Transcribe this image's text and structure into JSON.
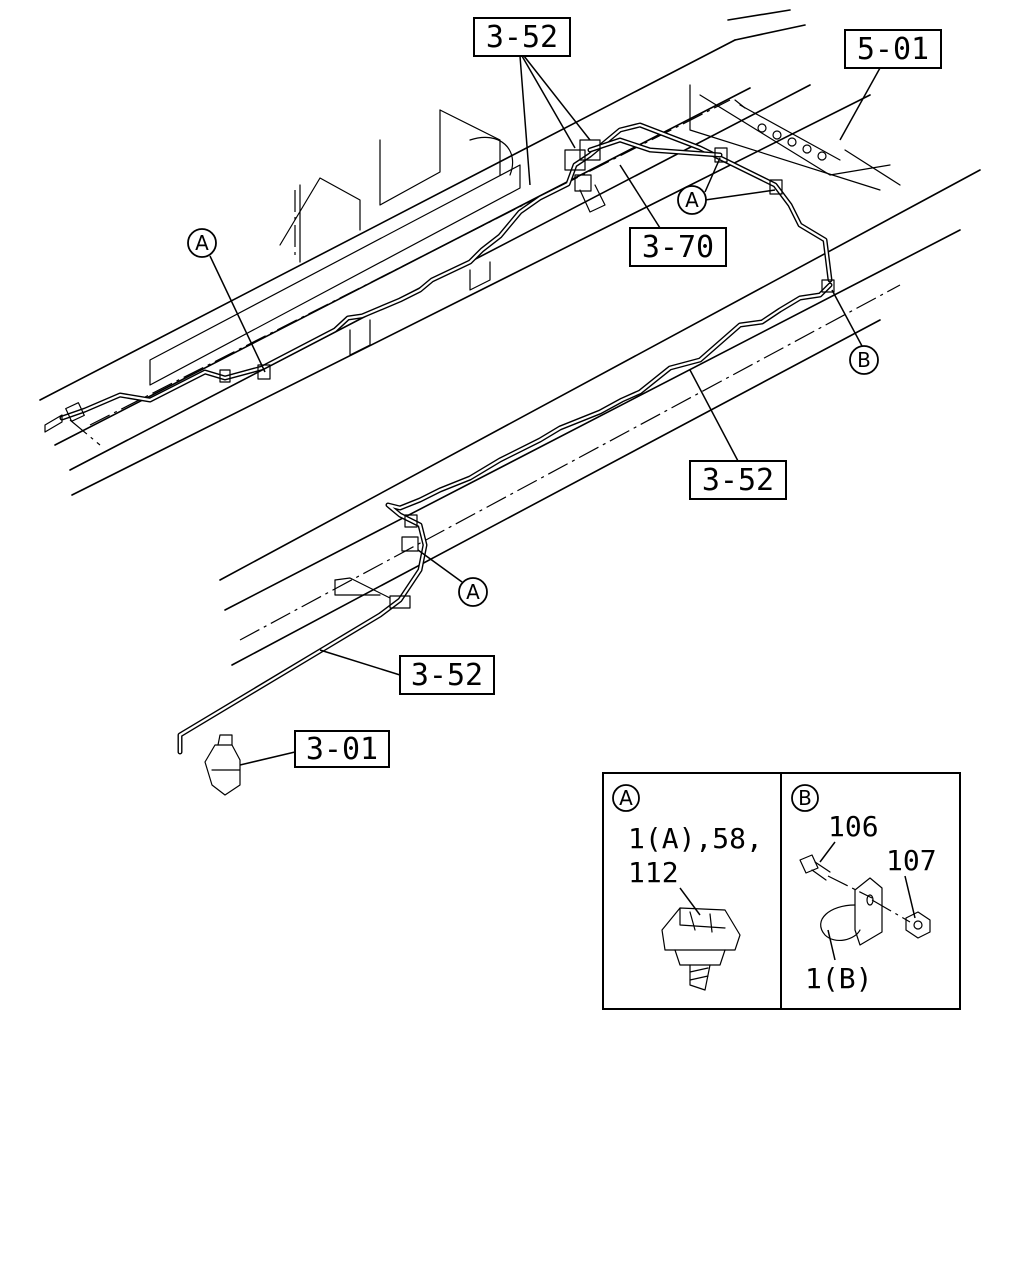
{
  "references": {
    "ref_3_52_top": "3-52",
    "ref_5_01": "5-01",
    "ref_3_70": "3-70",
    "ref_3_52_mid": "3-52",
    "ref_3_52_low": "3-52",
    "ref_3_01": "3-01"
  },
  "callouts": {
    "a": "A",
    "b": "B"
  },
  "detail_a": {
    "key": "A",
    "part_line_1": "1(A),58,",
    "part_line_2": "112"
  },
  "detail_b": {
    "key": "B",
    "bolt_number": "106",
    "nut_number": "107",
    "clamp_number": "1(B)"
  }
}
